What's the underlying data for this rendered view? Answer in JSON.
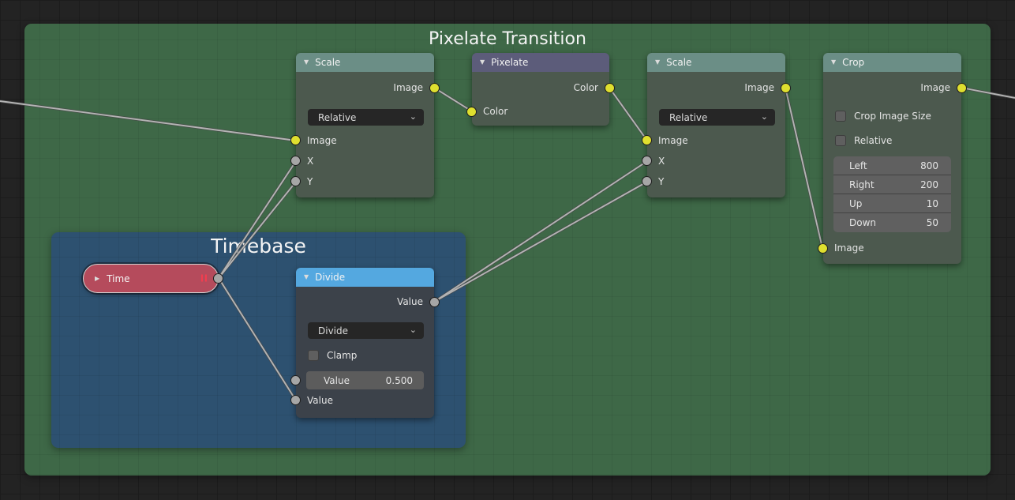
{
  "group_frame": {
    "title": "Pixelate Transition"
  },
  "timebase_frame": {
    "title": "Timebase"
  },
  "icons": {
    "collapse": "▼",
    "expand": "▶",
    "chevron_down": "⌄",
    "pause_bars": "II"
  },
  "nodes": {
    "scale1": {
      "title": "Scale",
      "outputs": [
        "Image"
      ],
      "dropdown_value": "Relative",
      "inputs": [
        "Image",
        "X",
        "Y"
      ]
    },
    "pixelate": {
      "title": "Pixelate",
      "outputs": [
        "Color"
      ],
      "inputs": [
        "Color"
      ]
    },
    "scale2": {
      "title": "Scale",
      "outputs": [
        "Image"
      ],
      "dropdown_value": "Relative",
      "inputs": [
        "Image",
        "X",
        "Y"
      ]
    },
    "crop": {
      "title": "Crop",
      "outputs": [
        "Image"
      ],
      "checkboxes": [
        {
          "label": "Crop Image Size",
          "checked": false
        },
        {
          "label": "Relative",
          "checked": false
        }
      ],
      "fields": [
        {
          "label": "Left",
          "value": "800"
        },
        {
          "label": "Right",
          "value": "200"
        },
        {
          "label": "Up",
          "value": "10"
        },
        {
          "label": "Down",
          "value": "50"
        }
      ],
      "inputs": [
        "Image"
      ]
    },
    "time": {
      "title": "Time"
    },
    "divide": {
      "title": "Divide",
      "outputs": [
        "Value"
      ],
      "dropdown_value": "Divide",
      "checkboxes": [
        {
          "label": "Clamp",
          "checked": false
        }
      ],
      "value_field": {
        "label": "Value",
        "value": "0.500"
      },
      "inputs": [
        "Value"
      ]
    }
  },
  "colors": {
    "background": "#232323",
    "group_frame": "#3e6847",
    "timebase_frame": "#2d5170",
    "node_header_scale": "#6b8e86",
    "node_header_pixelate": "#5c5c7a",
    "node_header_crop": "#6b8e86",
    "node_header_divide": "#54a8e0",
    "time_node": "#b54b5c",
    "socket_image": "#dfdf2f",
    "socket_value": "#a6a6a6",
    "wire": "#b4b4b4"
  }
}
